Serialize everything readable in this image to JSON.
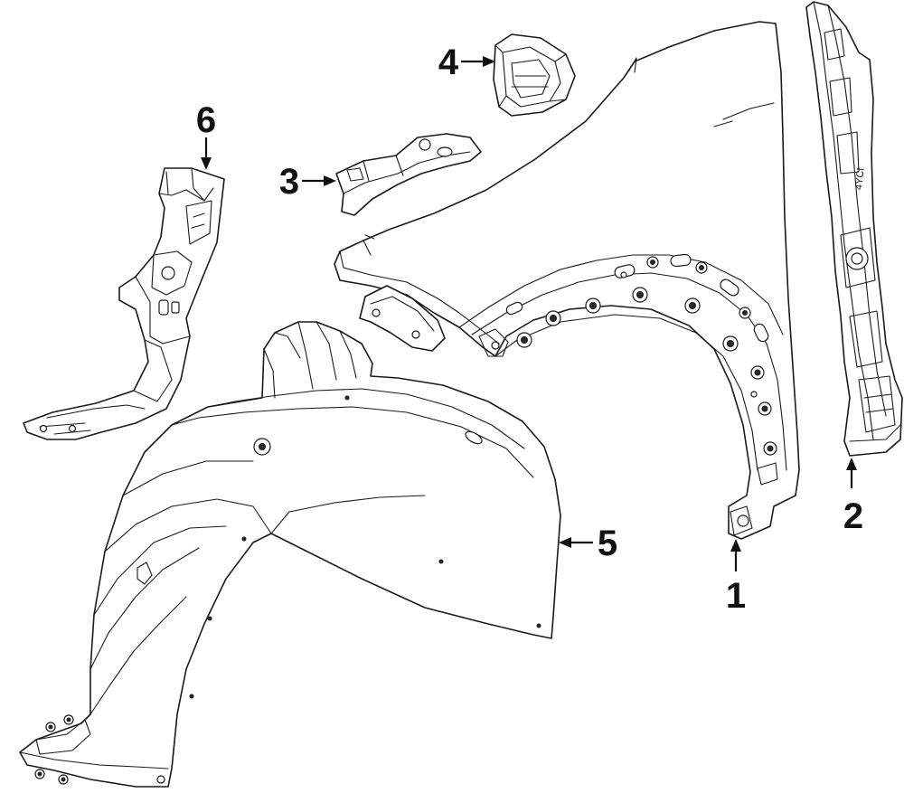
{
  "diagram": {
    "background": "#ffffff",
    "line_color": "#1a1a1a",
    "callouts": [
      {
        "id": "1",
        "label": "1"
      },
      {
        "id": "2",
        "label": "2"
      },
      {
        "id": "3",
        "label": "3"
      },
      {
        "id": "4",
        "label": "4"
      },
      {
        "id": "5",
        "label": "5"
      },
      {
        "id": "6",
        "label": "6"
      }
    ],
    "parts": [
      {
        "callout": "1",
        "part": "fender"
      },
      {
        "callout": "2",
        "part": "fender-side-bracket"
      },
      {
        "callout": "3",
        "part": "fender-upper-bracket"
      },
      {
        "callout": "4",
        "part": "fender-insulator"
      },
      {
        "callout": "5",
        "part": "fender-liner"
      },
      {
        "callout": "6",
        "part": "front-bracket"
      }
    ],
    "bracket_stamp": "4YCI"
  }
}
